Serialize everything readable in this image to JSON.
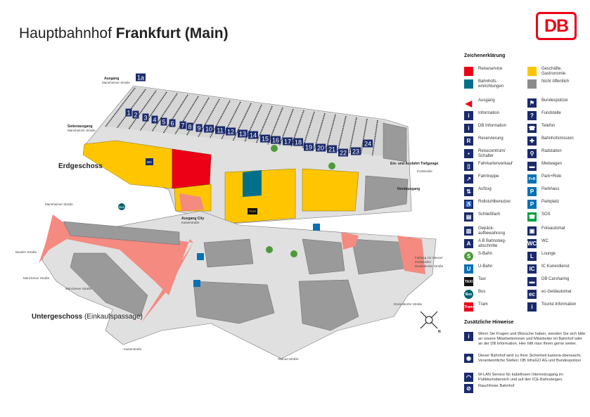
{
  "title": {
    "regular": "Hauptbahnhof ",
    "bold": "Frankfurt (Main)"
  },
  "logo": "DB",
  "floors": {
    "ground": "Erdgeschoss",
    "lower_bold": "Untergeschoss",
    "lower_rest": " (Einkaufspassage)"
  },
  "platforms": [
    "1a",
    "1",
    "2",
    "3",
    "4",
    "5",
    "6",
    "7",
    "8",
    "9",
    "10",
    "11",
    "12",
    "13",
    "14",
    "15",
    "16",
    "17",
    "18",
    "19",
    "20",
    "21",
    "22",
    "23",
    "24"
  ],
  "map_labels": {
    "exit_mannheimer": "Ausgang",
    "exit_mannheimer_sub": "Mannheimer Straße",
    "side_exit": "Seitenausgang",
    "side_exit_sub": "Mannheimer Straße",
    "garage": "Ein- und Ausfahrt Tiefgarage",
    "garage_sub": "Poststraße",
    "north_exit": "Nordausgang",
    "exit_city": "Ausgang City",
    "exit_city_sub": "Kaiserstraße",
    "mannheimer": "Mannheimer Straße",
    "baseler": "Baseler Straße",
    "muenchener1": "Münchener Straße",
    "muenchener2": "Münchener Straße",
    "kaiser": "Kaiserstraße",
    "taunus": "Taunus-Straße",
    "duesseldorfer": "Düsseldorfer Straße",
    "messe1": "Fußweg zur Messe/",
    "messe2": "Poststraße/",
    "messe3": "Düsseldorfer Straße",
    "bus": "Bus",
    "taxi": "TAXI",
    "wc": "WC",
    "north": "N"
  },
  "legend": {
    "title": "Zeichenerklärung",
    "items": [
      {
        "label": "Reiseservice",
        "color": "#ec0016",
        "glyph": ""
      },
      {
        "label": "Geschäfte, Gastronomie",
        "color": "#ffc600",
        "glyph": ""
      },
      {
        "label": "Bahnhofs-einrichtungen",
        "color": "#00708a",
        "glyph": ""
      },
      {
        "label": "Nicht öffentlich",
        "color": "#8c8c8c",
        "glyph": ""
      },
      {
        "label": "Ausgang",
        "color": "#fff",
        "glyph": "◀"
      },
      {
        "label": "Bundespolizei",
        "color": "#1a2a6c",
        "glyph": "⚑"
      },
      {
        "label": "Information",
        "color": "#1a2a6c",
        "glyph": "i"
      },
      {
        "label": "Fundstelle",
        "color": "#1a2a6c",
        "glyph": "?"
      },
      {
        "label": "DB Information",
        "color": "#1a2a6c",
        "glyph": "i"
      },
      {
        "label": "Telefon",
        "color": "#1a2a6c",
        "glyph": "☎"
      },
      {
        "label": "Reservierung",
        "color": "#1a2a6c",
        "glyph": "R"
      },
      {
        "label": "Bahnhofsmission",
        "color": "#1a2a6c",
        "glyph": "✚"
      },
      {
        "label": "Reisezentrum/ Schalter",
        "color": "#1a2a6c",
        "glyph": "▪"
      },
      {
        "label": "Radstation",
        "color": "#1a2a6c",
        "glyph": "⚲"
      },
      {
        "label": "Fahrkartenverkauf",
        "color": "#1a2a6c",
        "glyph": "▯"
      },
      {
        "label": "Mietwagen",
        "color": "#1a2a6c",
        "glyph": "▬"
      },
      {
        "label": "Fahrtreppe",
        "color": "#1a2a6c",
        "glyph": "↗"
      },
      {
        "label": "Park+Ride",
        "color": "#0a71b3",
        "glyph": "P+R"
      },
      {
        "label": "Aufzug",
        "color": "#1a2a6c",
        "glyph": "⇅"
      },
      {
        "label": "Parkhaus",
        "color": "#0a71b3",
        "glyph": "P"
      },
      {
        "label": "Rollstuhlbenutzer",
        "color": "#1a2a6c",
        "glyph": "♿"
      },
      {
        "label": "Parkplatz",
        "color": "#0a71b3",
        "glyph": "P"
      },
      {
        "label": "Schließfach",
        "color": "#1a2a6c",
        "glyph": "▤"
      },
      {
        "label": "SOS",
        "color": "#00a03e",
        "glyph": "☎"
      },
      {
        "label": "Gepäck-aufbewahrung",
        "color": "#1a2a6c",
        "glyph": "▥"
      },
      {
        "label": "Fotoautomat",
        "color": "#1a2a6c",
        "glyph": "▣"
      },
      {
        "label": "A  B  Bahnsteig-abschnitte",
        "color": "#1a2a6c",
        "glyph": "A"
      },
      {
        "label": "WC",
        "color": "#1a2a6c",
        "glyph": "WC"
      },
      {
        "label": "S-Bahn",
        "color": "#4c9a3c",
        "glyph": "S"
      },
      {
        "label": "Lounge",
        "color": "#1a2a6c",
        "glyph": "L"
      },
      {
        "label": "U-Bahn",
        "color": "#0a71b3",
        "glyph": "U"
      },
      {
        "label": "IC Kurierdienst",
        "color": "#1a2a6c",
        "glyph": "IC"
      },
      {
        "label": "Taxi",
        "color": "#111",
        "glyph": "TAXI"
      },
      {
        "label": "DB Carsharing",
        "color": "#1a2a6c",
        "glyph": "▬"
      },
      {
        "label": "Bus",
        "color": "#00606e",
        "glyph": "Bus"
      },
      {
        "label": "ec-Geldautomat",
        "color": "#1a2a6c",
        "glyph": "ec"
      },
      {
        "label": "Tram",
        "color": "#ec0016",
        "glyph": "Tram"
      },
      {
        "label": "Tourist Information",
        "color": "#1a2a6c",
        "glyph": "i"
      }
    ]
  },
  "notes": {
    "title": "Zusätzliche Hinweise",
    "items": [
      {
        "glyph": "i",
        "text": "Wenn Sie Fragen und Wünsche haben, wenden Sie sich bitte an unsere Mitarbeiterinnen und Mitarbeiter im Bahnhof oder an der DB Information. Hier hilft man Ihnen gerne weiter."
      },
      {
        "glyph": "◉",
        "text": "Dieser Bahnhof wird zu Ihrer Sicherheit kamera-überwacht. Verantwortliche Stellen: DB InfraGO AG und Bundespolizei"
      },
      {
        "glyph": "◠",
        "text": "W-LAN Service für kabellosen Internetzugang im Publikumsbereich und auf den ICE-Bahnsteigen."
      },
      {
        "glyph": "⊘",
        "text": "Rauchfreier Bahnhof"
      }
    ]
  }
}
